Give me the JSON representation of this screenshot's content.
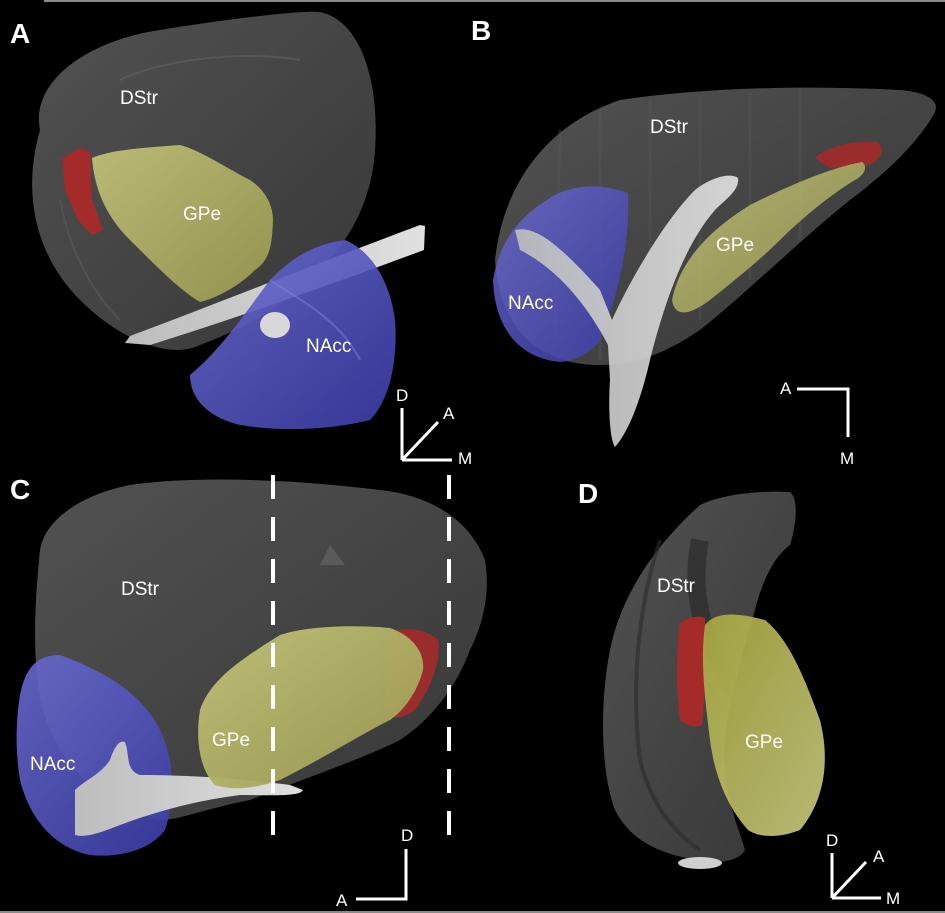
{
  "figure": {
    "colors": {
      "background": "#000000",
      "dstr": "#4a4a4a",
      "gpe": "#b8b860",
      "nacc": "#4a4ab8",
      "red_structure": "#a52a2a",
      "fiber_tract": "#d4d4d4",
      "text": "#ffffff"
    },
    "panels": [
      {
        "id": "A",
        "label": "A",
        "structures": [
          "DStr",
          "GPe",
          "NAcc"
        ],
        "orientation": {
          "type": "3-axis",
          "labels": [
            "D",
            "A",
            "M"
          ]
        }
      },
      {
        "id": "B",
        "label": "B",
        "structures": [
          "DStr",
          "GPe",
          "NAcc"
        ],
        "orientation": {
          "type": "2-axis",
          "labels": [
            "A",
            "M"
          ]
        }
      },
      {
        "id": "C",
        "label": "C",
        "structures": [
          "DStr",
          "GPe",
          "NAcc"
        ],
        "orientation": {
          "type": "2-axis",
          "labels": [
            "D",
            "A"
          ]
        },
        "dashed_lines": 2
      },
      {
        "id": "D",
        "label": "D",
        "structures": [
          "DStr",
          "GPe"
        ],
        "orientation": {
          "type": "3-axis",
          "labels": [
            "D",
            "A",
            "M"
          ]
        }
      }
    ]
  },
  "labels": {
    "A": {
      "panel": "A",
      "dstr": "DStr",
      "gpe": "GPe",
      "nacc": "NAcc",
      "axis_d": "D",
      "axis_a": "A",
      "axis_m": "M"
    },
    "B": {
      "panel": "B",
      "dstr": "DStr",
      "gpe": "GPe",
      "nacc": "NAcc",
      "axis_a": "A",
      "axis_m": "M"
    },
    "C": {
      "panel": "C",
      "dstr": "DStr",
      "gpe": "GPe",
      "nacc": "NAcc",
      "axis_d": "D",
      "axis_a": "A"
    },
    "D": {
      "panel": "D",
      "dstr": "DStr",
      "gpe": "GPe",
      "axis_d": "D",
      "axis_a": "A",
      "axis_m": "M"
    }
  }
}
